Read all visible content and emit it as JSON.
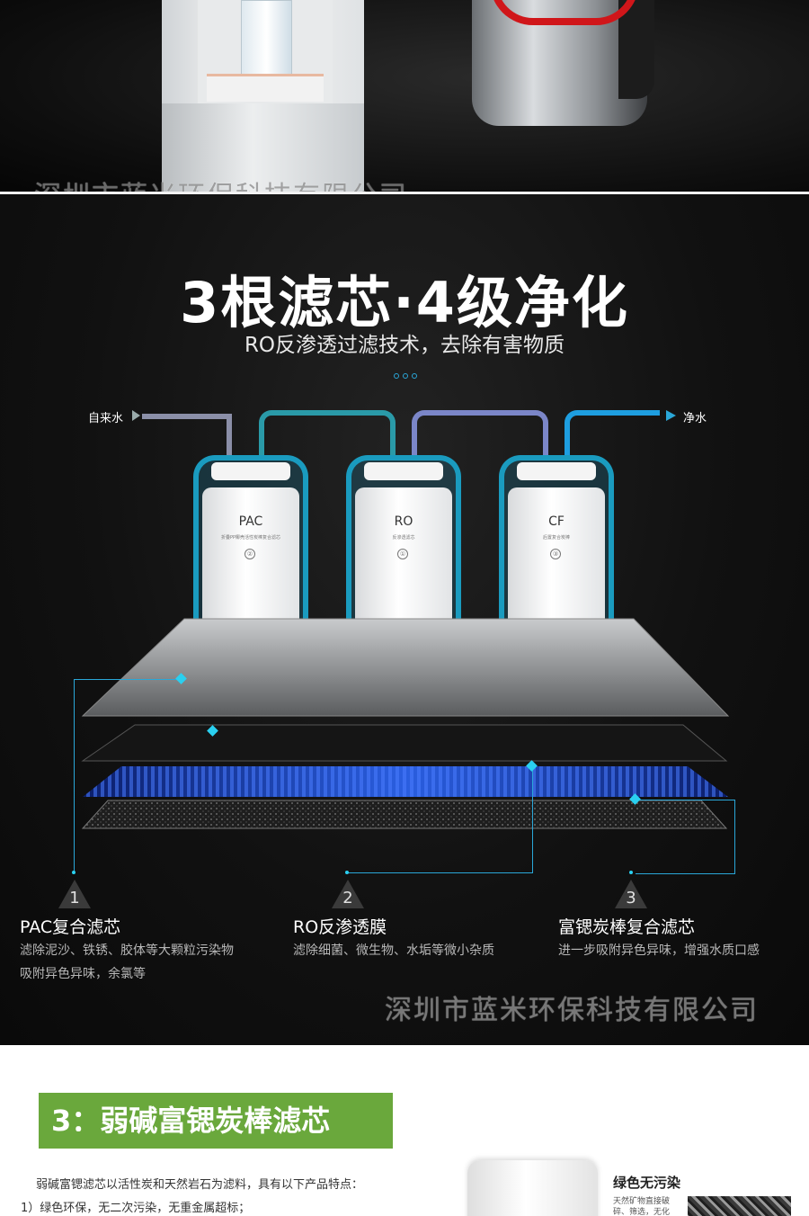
{
  "watermark": "深圳市蓝米环保科技有限公司",
  "section": {
    "title": "3根滤芯·4级净化",
    "subtitle": "RO反渗透过滤技术，去除有害物质",
    "flow": {
      "input_label": "自来水",
      "output_label": "净水"
    },
    "cartridges": [
      {
        "code": "PAC",
        "desc": "折叠PP椰壳活性炭棒复合滤芯",
        "num": "②"
      },
      {
        "code": "RO",
        "desc": "反渗透滤芯",
        "num": "①"
      },
      {
        "code": "CF",
        "desc": "后置复合炭棒",
        "num": "③"
      }
    ],
    "filters": [
      {
        "num": "1",
        "name": "PAC复合滤芯",
        "desc_line1": "滤除泥沙、铁锈、胶体等大颗粒污染物",
        "desc_line2": "吸附异色异味，余氯等"
      },
      {
        "num": "2",
        "name": "RO反渗透膜",
        "desc_line1": "滤除细菌、微生物、水垢等微小杂质",
        "desc_line2": ""
      },
      {
        "num": "3",
        "name": "富锶炭棒复合滤芯",
        "desc_line1": "进一步吸附异色异味，增强水质口感",
        "desc_line2": ""
      }
    ]
  },
  "bottom": {
    "heading": "3：弱碱富锶炭棒滤芯",
    "intro": "弱碱富锶滤芯以活性炭和天然岩石为滤料，具有以下产品特点：",
    "point1": "1）绿色环保，无二次污染，无重金属超标；",
    "side_title": "绿色无污染",
    "side_text": "天然矿物直接破碎、筛选，无化"
  },
  "colors": {
    "accent_blue": "#2aa7d8",
    "green": "#6aa83c",
    "red": "#d0161a"
  }
}
